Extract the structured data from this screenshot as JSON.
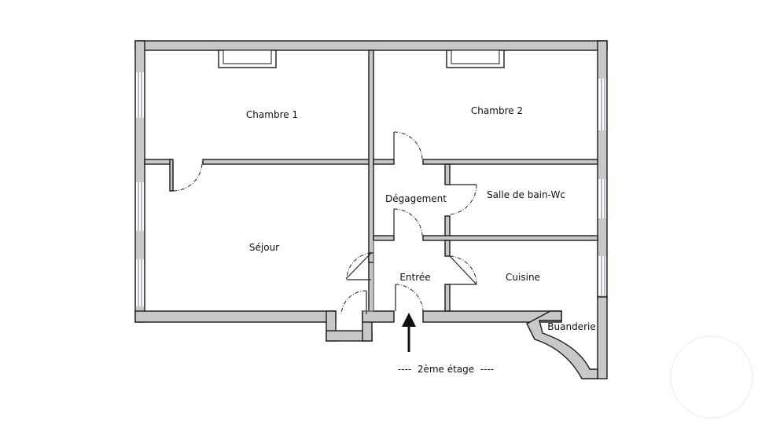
{
  "rooms": {
    "chambre1": "Chambre 1",
    "chambre2": "Chambre 2",
    "degagement": "Dégagement",
    "salle_de_bain": "Salle de bain-Wc",
    "sejour": "Séjour",
    "entree": "Entrée",
    "cuisine": "Cuisine",
    "buanderie": "Buanderie"
  },
  "floor_label": "----  2ème étage  ----",
  "icons": [
    "entrance-arrow-icon"
  ],
  "colors": {
    "wall_fill": "#c8c8c8",
    "wall_stroke": "#1a1a1a",
    "window": "#6a78a8"
  }
}
